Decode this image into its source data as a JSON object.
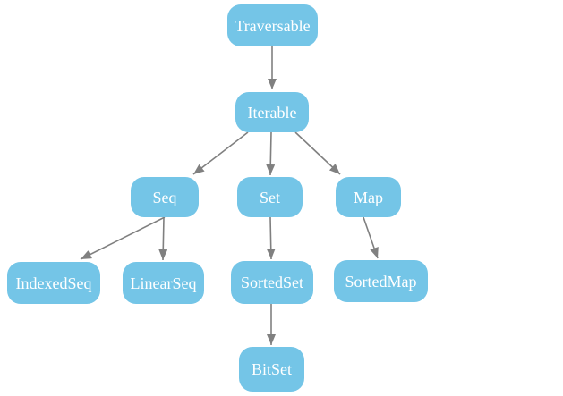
{
  "diagram": {
    "type": "hierarchy-graph",
    "nodes": [
      {
        "id": "traversable",
        "label": "Traversable"
      },
      {
        "id": "iterable",
        "label": "Iterable"
      },
      {
        "id": "seq",
        "label": "Seq"
      },
      {
        "id": "set",
        "label": "Set"
      },
      {
        "id": "map",
        "label": "Map"
      },
      {
        "id": "indexedseq",
        "label": "IndexedSeq"
      },
      {
        "id": "linearseq",
        "label": "LinearSeq"
      },
      {
        "id": "sortedset",
        "label": "SortedSet"
      },
      {
        "id": "sortedmap",
        "label": "SortedMap"
      },
      {
        "id": "bitset",
        "label": "BitSet"
      }
    ],
    "edges": [
      {
        "from": "traversable",
        "to": "iterable"
      },
      {
        "from": "iterable",
        "to": "seq"
      },
      {
        "from": "iterable",
        "to": "set"
      },
      {
        "from": "iterable",
        "to": "map"
      },
      {
        "from": "seq",
        "to": "indexedseq"
      },
      {
        "from": "seq",
        "to": "linearseq"
      },
      {
        "from": "set",
        "to": "sortedset"
      },
      {
        "from": "map",
        "to": "sortedmap"
      },
      {
        "from": "sortedset",
        "to": "bitset"
      }
    ],
    "colors": {
      "node_fill": "#74c5e7",
      "node_text": "#ffffff",
      "edge": "#808080",
      "background": "#ffffff"
    }
  }
}
